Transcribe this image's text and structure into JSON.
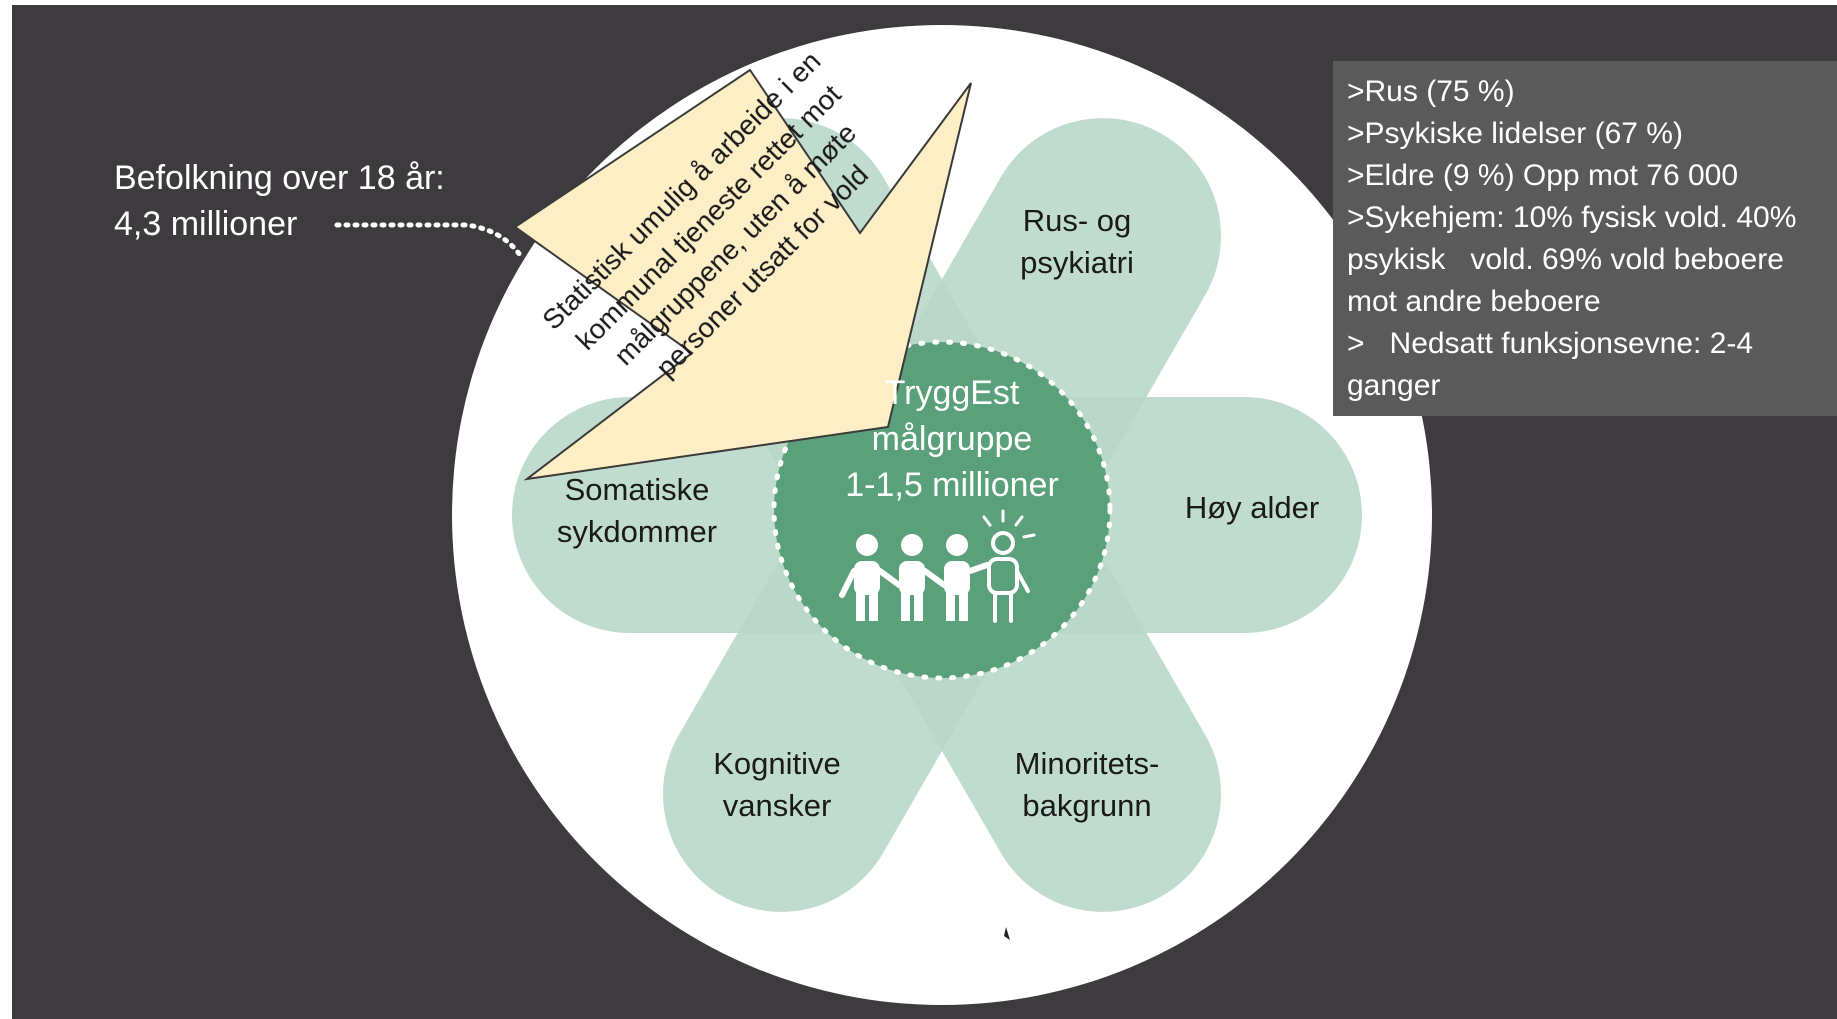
{
  "population": {
    "line1": "Befolkning over 18 år:",
    "line2": "4,3 millioner"
  },
  "petals": {
    "rus": "Rus- og\npsykiatri",
    "hoy_alder": "Høy alder",
    "minoritet": "Minoritets-\nbakgrunn",
    "kognitive": "Kognitive\nvansker",
    "somatiske": "Somatiske\nsykdommer"
  },
  "center": {
    "text": "TryggEst\nmålgruppe\n1-1,5 millioner"
  },
  "arrow": {
    "text": "Statistisk umulig å arbeide i en kommunal tjeneste rettet mot målgruppene, uten å møte personer utsatt for vold"
  },
  "stats": [
    ">Rus (75 %)",
    ">Psykiske lidelser (67 %)",
    ">Eldre (9 %) Opp mot 76 000",
    ">Sykehjem: 10% fysisk vold. 40% psykisk   vold. 69% vold beboere mot andre beboere",
    ">   Nedsatt funksjonsevne: 2-4 ganger"
  ],
  "colors": {
    "background": "#3d3b3e",
    "petal": "#b3d5c5",
    "center_circle": "#5aa07a",
    "arrow_fill": "#fdeec6",
    "stats_box": "#5b5a5b"
  },
  "icons": [
    "people-icon"
  ]
}
